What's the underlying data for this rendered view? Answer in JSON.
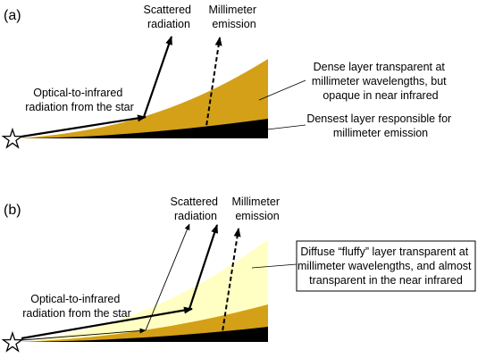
{
  "panel_a": {
    "label": "(a)",
    "scattered": [
      "Scattered",
      "radiation"
    ],
    "millimeter": [
      "Millimeter",
      "emission"
    ],
    "incoming": [
      "Optical-to-infrared",
      "radiation from the star"
    ],
    "dense_layer": [
      "Dense layer transparent at",
      "millimeter wavelengths, but",
      "opaque in near infrared"
    ],
    "densest_layer": [
      "Densest layer responsible for",
      "millimeter emission"
    ]
  },
  "panel_b": {
    "label": "(b)",
    "scattered": [
      "Scattered",
      "radiation"
    ],
    "millimeter": [
      "Millimeter",
      "emission"
    ],
    "incoming": [
      "Optical-to-infrared",
      "radiation from the star"
    ],
    "fluffy_layer": [
      "Diffuse “fluffy” layer transparent at",
      "millimeter wavelengths, and almost",
      "transparent in the near infrared"
    ]
  },
  "colors": {
    "dense_layer": "#d4a017",
    "densest_layer": "#000000",
    "fluffy_layer": "#ffffc4",
    "star_fill": "#ffffff"
  }
}
